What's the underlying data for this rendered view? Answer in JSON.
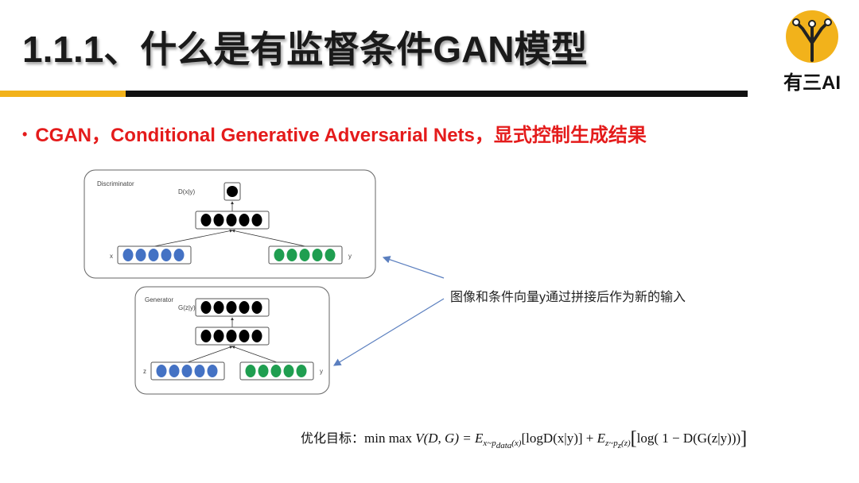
{
  "slide": {
    "title": "1.1.1、什么是有监督条件GAN模型",
    "logo_text": "有三AI",
    "bullet_marker": "•",
    "bullet_text": "CGAN，Conditional Generative Adversarial Nets，显式控制生成结果"
  },
  "diagram": {
    "discriminator": {
      "box_label": "Discriminator",
      "output_label": "D(x|y)",
      "input_left_label": "x",
      "input_right_label": "y"
    },
    "generator": {
      "box_label": "Generator",
      "output_label": "G(z|y)",
      "input_left_label": "z",
      "input_right_label": "y"
    },
    "annotation": "图像和条件向量y通过拼接后作为新的输入"
  },
  "formula": {
    "prefix": "优化目标：",
    "minmax": "min max",
    "lhs": "V(D, G) = ",
    "term1_E": "E",
    "term1_sub": "x~p",
    "term1_subsub": "data",
    "term1_subtail": "(x)",
    "term1_body": "[logD(x|y)] + ",
    "term2_E": "E",
    "term2_sub": "z~p",
    "term2_subsub": "z",
    "term2_subtail": "(z)",
    "term2_body": "log( 1 − D(G(z|y)))"
  },
  "colors": {
    "title_shadow": "#999999",
    "accent_yellow": "#f2b21b",
    "bullet_red": "#e41b1b",
    "node_blue": "#4472c4",
    "node_green": "#1f9e50",
    "node_black": "#000000",
    "arrow_blue": "#5b7fbf"
  }
}
